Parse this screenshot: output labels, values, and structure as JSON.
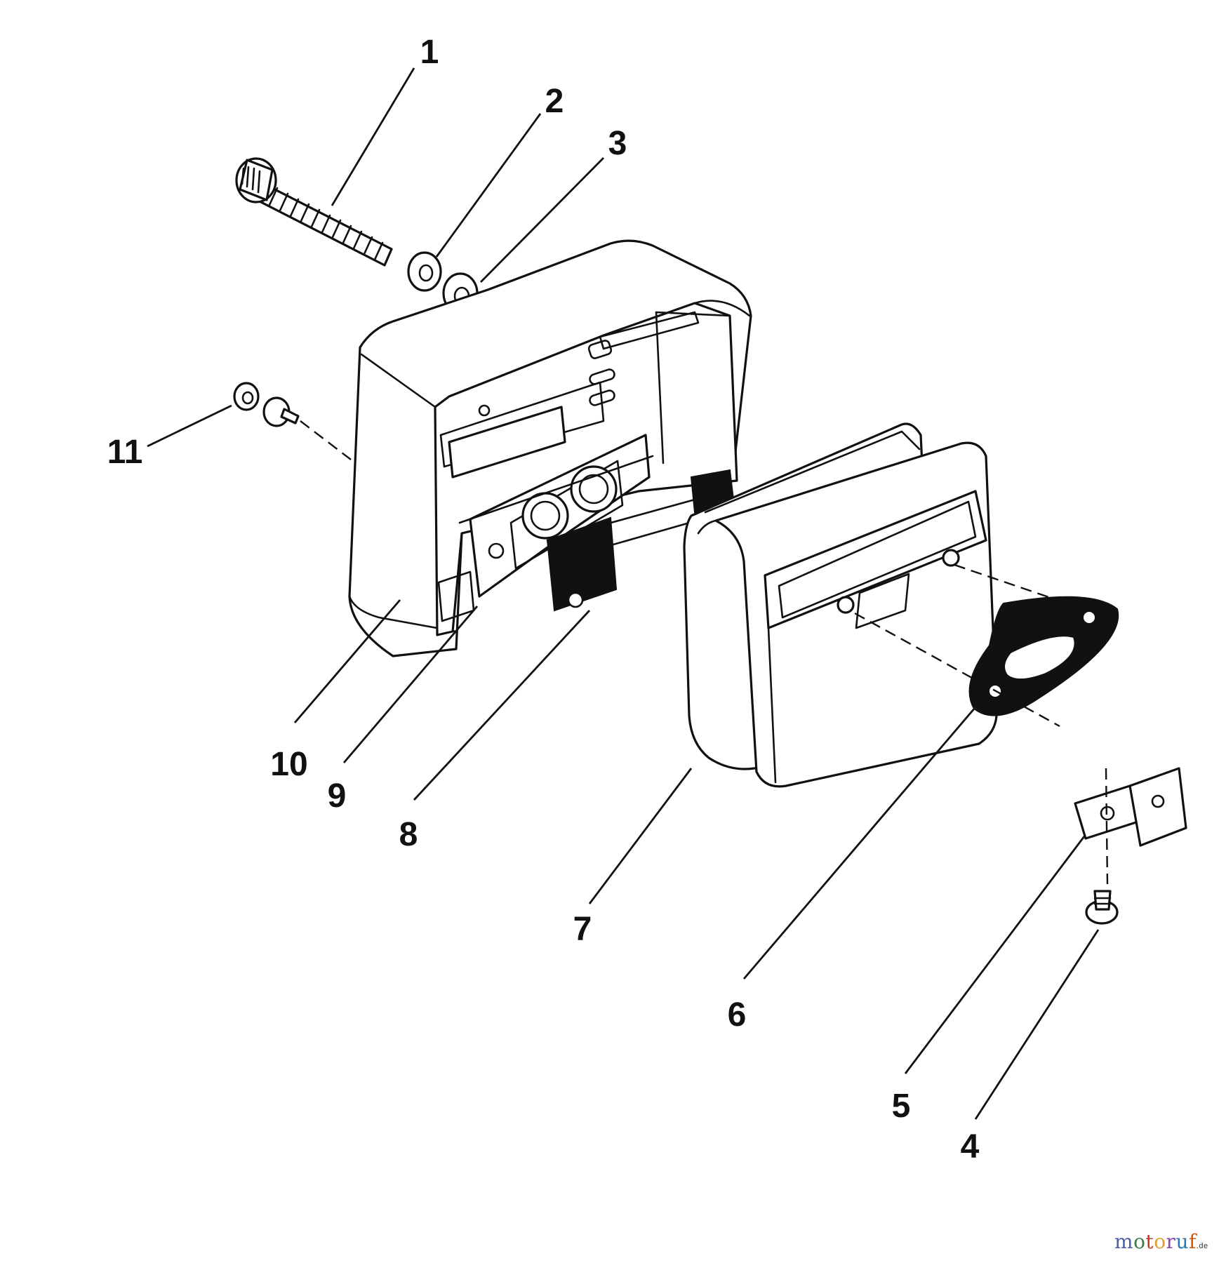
{
  "diagram": {
    "callouts": [
      "1",
      "2",
      "3",
      "4",
      "5",
      "6",
      "7",
      "8",
      "9",
      "10",
      "11"
    ]
  },
  "watermark": {
    "letters": [
      "m",
      "o",
      "t",
      "o",
      "r",
      "u",
      "f"
    ],
    "suffix": ".de",
    "colors": [
      "#4a5fa8",
      "#3b7f3f",
      "#c0392b",
      "#e0a030",
      "#8e44ad",
      "#2a7ab0",
      "#d35400"
    ]
  }
}
